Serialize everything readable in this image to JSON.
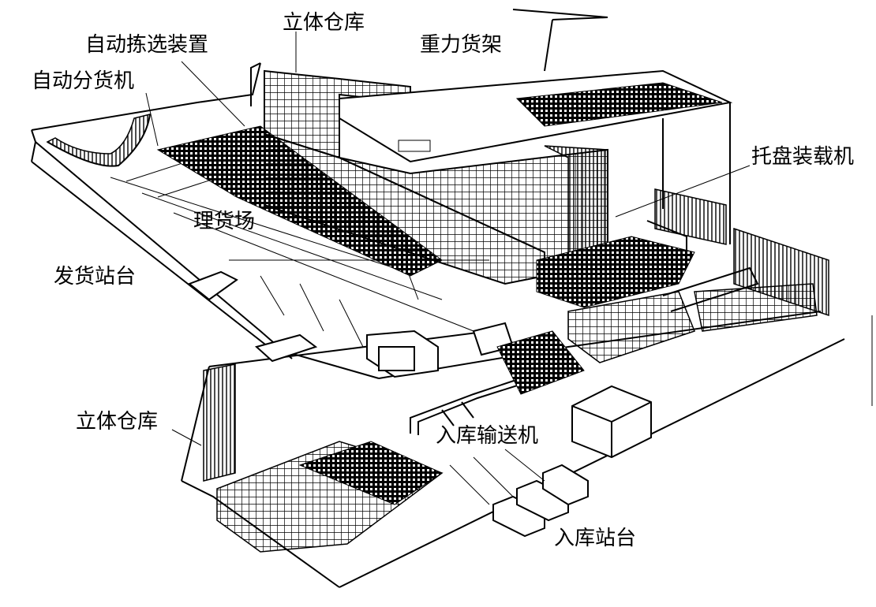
{
  "labels": {
    "lithouse_top": "立体仓库",
    "auto_picking": "自动拣选装置",
    "gravity_rack": "重力货架",
    "auto_sorter": "自动分货机",
    "pallet_loader": "托盘装载机",
    "sorting_yard": "理货场",
    "shipping_dock": "发货站台",
    "lithouse_bottom": "立体仓库",
    "inbound_conveyor": "入库输送机",
    "inbound_dock": "入库站台"
  }
}
